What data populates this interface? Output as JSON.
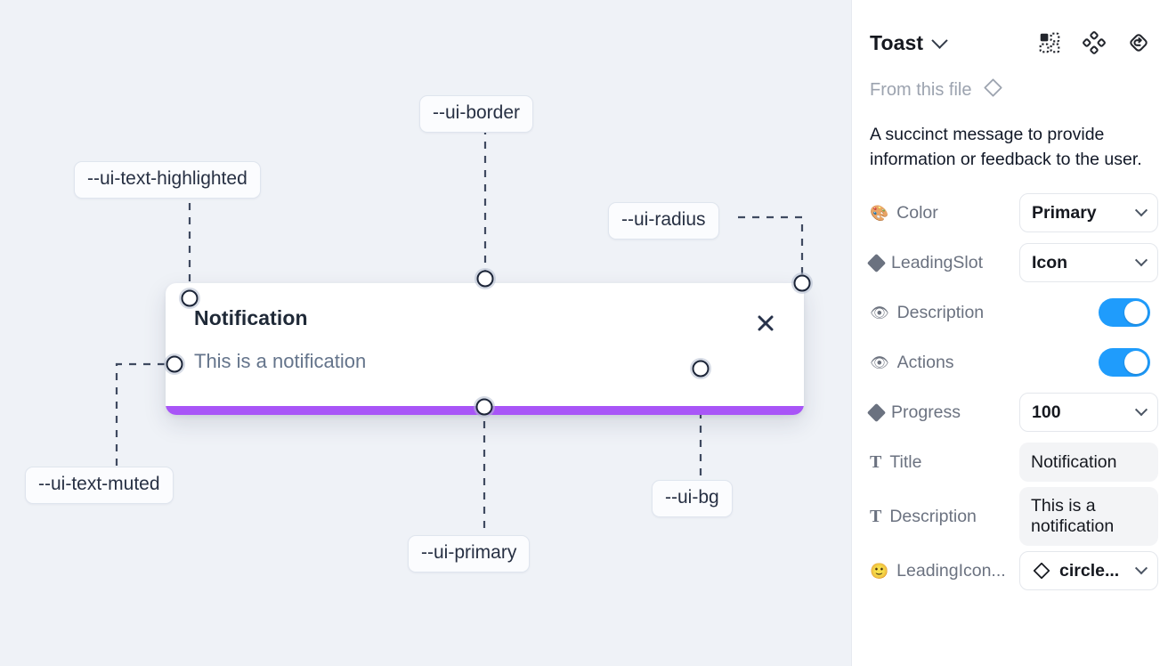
{
  "canvas": {
    "background_color": "#eff2f7",
    "toast": {
      "title": "Notification",
      "description": "This is a notification",
      "close_icon": "close-x-icon",
      "progress_color": "#a855f7",
      "progress_percent": 100
    },
    "annotations": [
      {
        "id": "ui-text-highlighted",
        "label": "--ui-text-highlighted"
      },
      {
        "id": "ui-border",
        "label": "--ui-border"
      },
      {
        "id": "ui-radius",
        "label": "--ui-radius"
      },
      {
        "id": "ui-text-muted",
        "label": "--ui-text-muted"
      },
      {
        "id": "ui-bg",
        "label": "--ui-bg"
      },
      {
        "id": "ui-primary",
        "label": "--ui-primary"
      }
    ]
  },
  "panel": {
    "title": "Toast",
    "title_chevron_icon": "chevron-down-icon",
    "header_icons": [
      {
        "name": "component-set-icon"
      },
      {
        "name": "variants-diamond-icon"
      },
      {
        "name": "reset-instance-icon"
      }
    ],
    "from_file": {
      "label": "From this file",
      "icon": "diamond-outline-icon"
    },
    "description": "A succinct message to provide information or feedback to the user.",
    "properties": [
      {
        "name": "Color",
        "icon": "palette-emoji",
        "icon_glyph": "🎨",
        "control": "select",
        "value": "Primary"
      },
      {
        "name": "LeadingSlot",
        "icon": "diamond-icon",
        "icon_glyph": "",
        "control": "select",
        "value": "Icon"
      },
      {
        "name": "Description",
        "icon": "eye-emoji",
        "icon_glyph": "👁",
        "control": "toggle",
        "value": "on"
      },
      {
        "name": "Actions",
        "icon": "eye-emoji",
        "icon_glyph": "👁",
        "control": "toggle",
        "value": "on"
      },
      {
        "name": "Progress",
        "icon": "diamond-icon",
        "icon_glyph": "",
        "control": "select",
        "value": "100"
      },
      {
        "name": "Title",
        "icon": "text-t-icon",
        "icon_glyph": "T",
        "control": "textbox",
        "value": "Notification"
      },
      {
        "name": "Description",
        "icon": "text-t-icon",
        "icon_glyph": "T",
        "control": "textbox",
        "value": "This is a notification"
      },
      {
        "name": "LeadingIcon...",
        "icon": "smiley-emoji",
        "icon_glyph": "🙂",
        "control": "icon-select",
        "value": "circle..."
      }
    ],
    "toggle_on_color": "#1f9cfc"
  }
}
